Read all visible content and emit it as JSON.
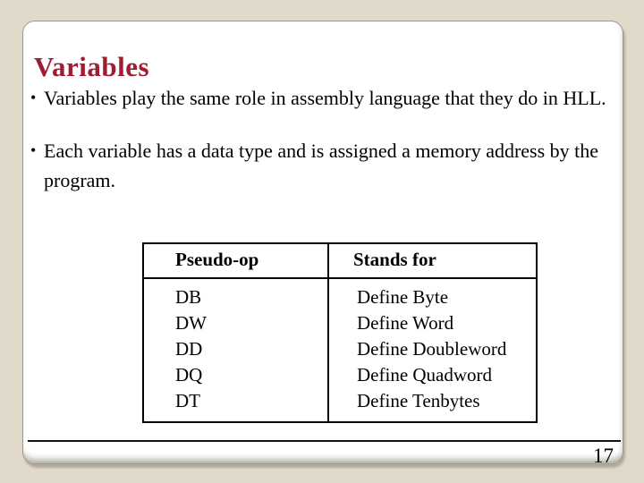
{
  "slide": {
    "title": "Variables",
    "bullets": [
      {
        "marker": "•",
        "text": "Variables play the same role in assembly language that they do in HLL."
      },
      {
        "marker": "•",
        "text": "Each variable has a data type and is assigned a memory address by the program."
      }
    ],
    "table": {
      "headers": [
        "Pseudo-op",
        "Stands for"
      ],
      "rows": [
        [
          "DB",
          "Define Byte"
        ],
        [
          "DW",
          "Define Word"
        ],
        [
          "DD",
          "Define Doubleword"
        ],
        [
          "DQ",
          "Define Quadword"
        ],
        [
          "DT",
          "Define Tenbytes"
        ]
      ]
    },
    "page_number": "17",
    "colors": {
      "background": "#E1D9CA",
      "panel": "#FFFFFF",
      "title": "#A01C30",
      "text": "#000000"
    }
  }
}
